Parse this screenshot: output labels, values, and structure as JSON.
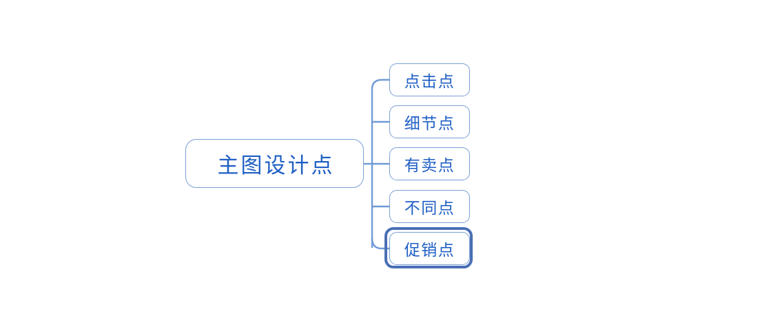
{
  "diagram": {
    "type": "mind-map",
    "orientation": "left-to-right",
    "background_color": "#ffffff",
    "node_border_color": "#7a9fd4",
    "node_text_color": "#1f5fc4",
    "connector_color": "#6e9ad6",
    "selection_border_color": "#4a6fb5",
    "root": {
      "label": "主图设计点"
    },
    "children": [
      {
        "label": "点击点",
        "selected": false
      },
      {
        "label": "细节点",
        "selected": false
      },
      {
        "label": "有卖点",
        "selected": false
      },
      {
        "label": "不同点",
        "selected": false
      },
      {
        "label": "促销点",
        "selected": true
      }
    ]
  }
}
